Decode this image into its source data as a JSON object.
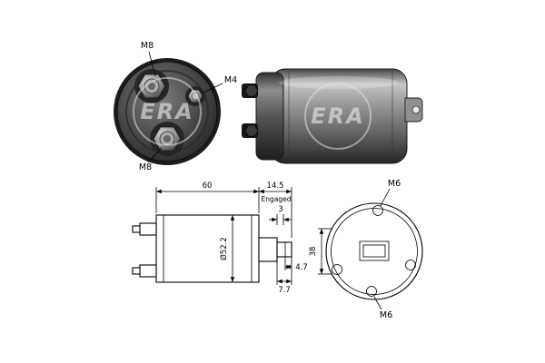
{
  "watermark": "ERA",
  "front_photo": {
    "m8_top": "M8",
    "m4": "M4",
    "m8_bottom": "M8"
  },
  "side_dimensions": {
    "body_length": "60",
    "travel": "14.5",
    "engaged_note": "Engaged",
    "pin_gap": "3",
    "body_diameter": "Ø52.2",
    "tip_length": "4.7",
    "shaft_length": "7.7"
  },
  "mount_face": {
    "hole_top": "M6",
    "hole_bottom": "M6",
    "hole_spacing": "38"
  }
}
